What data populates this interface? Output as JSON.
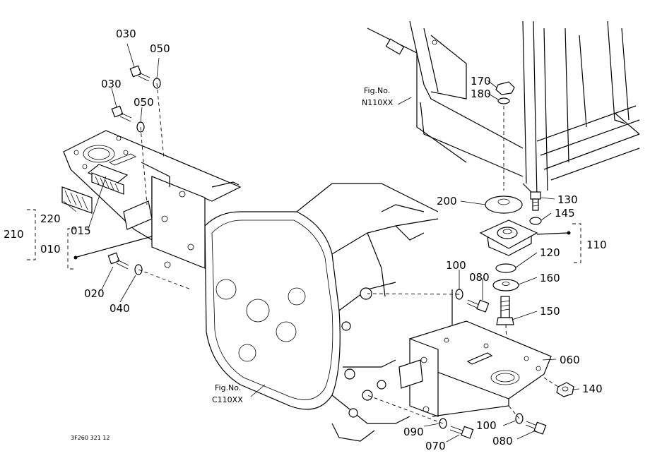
{
  "callouts": {
    "c030a": "030",
    "c050a": "050",
    "c030b": "030",
    "c050b": "050",
    "c220": "220",
    "c210": "210",
    "c015": "015",
    "c010": "010",
    "c020": "020",
    "c040": "040",
    "c170": "170",
    "c180": "180",
    "c200": "200",
    "c130": "130",
    "c145": "145",
    "c110": "110",
    "c120": "120",
    "c100a": "100",
    "c080a": "080",
    "c160": "160",
    "c150": "150",
    "c060": "060",
    "c140": "140",
    "c090": "090",
    "c100b": "100",
    "c070": "070",
    "c080b": "080"
  },
  "figure_refs": {
    "upper_label": "Fig.No.",
    "upper_code": "N110XX",
    "lower_label": "Fig.No.",
    "lower_code": "C110XX"
  },
  "drawing_code": "3F260 321 12"
}
